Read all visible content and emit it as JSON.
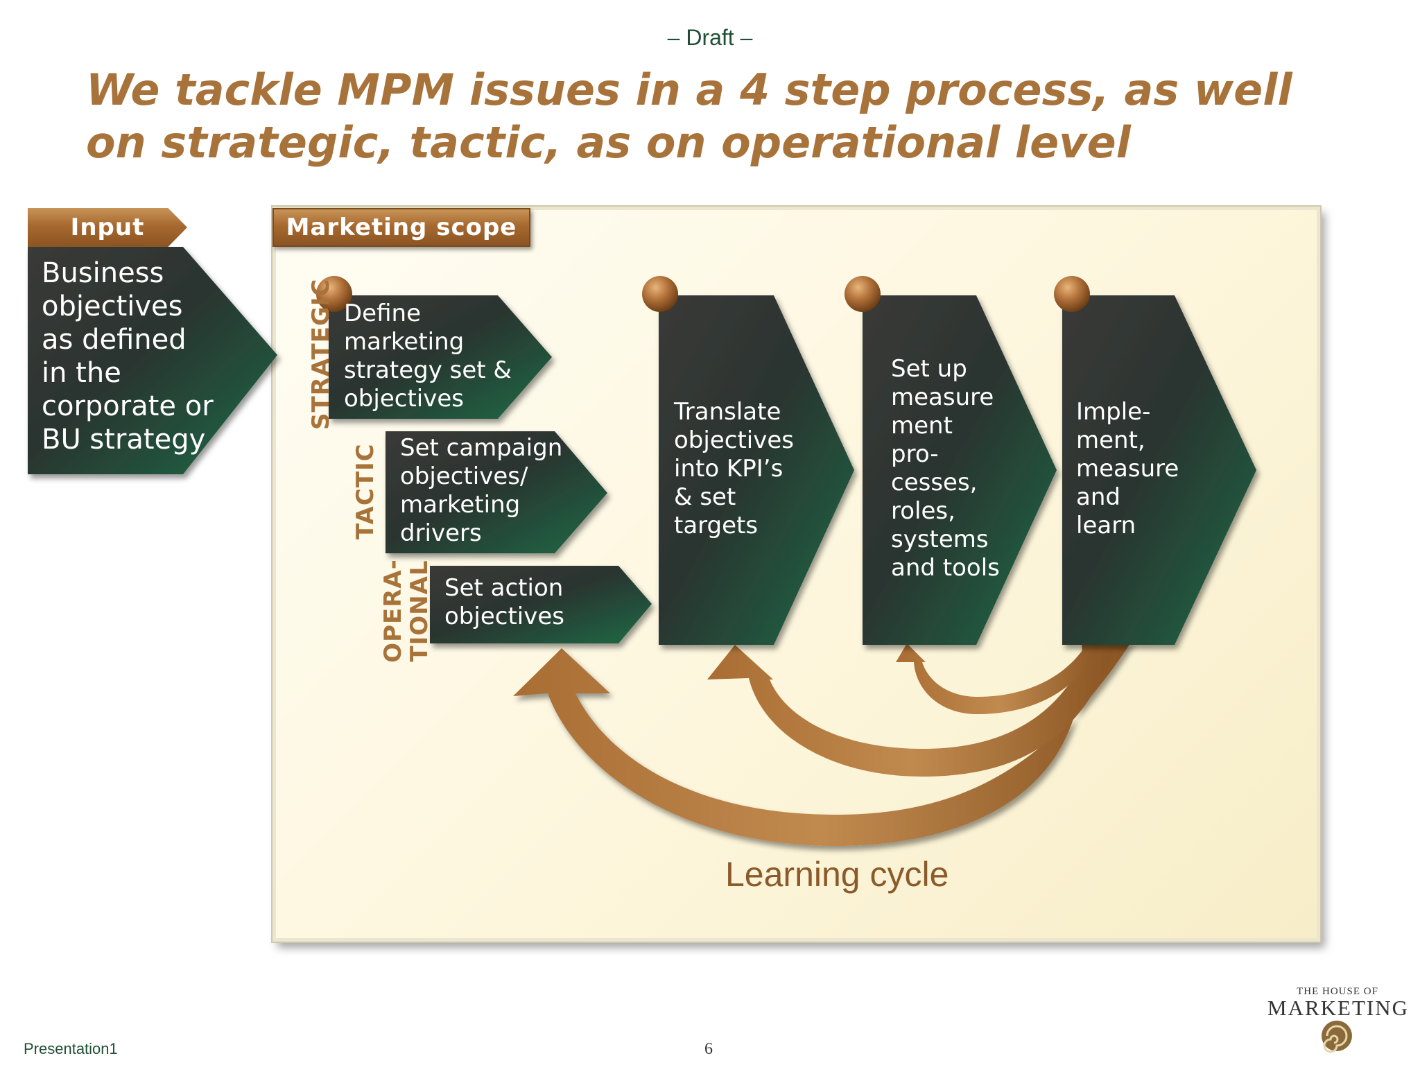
{
  "header": {
    "draft": "– Draft –"
  },
  "title": {
    "line1": "We tackle MPM issues in a 4 step process, as well",
    "line2": "on strategic, tactic, as on operational level"
  },
  "input": {
    "tab": "Input",
    "text": [
      "Business",
      "objectives",
      "as defined",
      "in the",
      "corporate or",
      "BU strategy"
    ]
  },
  "scope": {
    "tab": "Marketing scope",
    "levels": {
      "strategic": "STRATEGIC",
      "tactic": "TACTIC",
      "operational_1": "OPERA-",
      "operational_2": "TIONAL"
    },
    "step1": {
      "strategic": [
        "Define",
        "marketing",
        "strategy set &",
        "objectives"
      ],
      "tactic": [
        "Set campaign",
        "objectives/",
        "marketing",
        "drivers"
      ],
      "operational": [
        "Set action",
        "objectives"
      ]
    },
    "step2": [
      "Translate",
      "objectives",
      "into KPI’s",
      "& set",
      "targets"
    ],
    "step3": [
      "Set up",
      "measure",
      "ment",
      "pro-",
      "cesses,",
      "roles,",
      "systems",
      "and tools"
    ],
    "step4": [
      "Imple-",
      "ment,",
      "measure",
      "and",
      "learn"
    ],
    "learning_cycle": "Learning cycle"
  },
  "footer": {
    "file": "Presentation1",
    "page": "6"
  },
  "logo": {
    "top": "THE HOUSE OF",
    "main": "MARKETING"
  },
  "colors": {
    "accent": "#a8733a",
    "arrow_dark": "#2e3430",
    "arrow_green": "#1f6b48",
    "draft_text": "#1f4f34"
  }
}
